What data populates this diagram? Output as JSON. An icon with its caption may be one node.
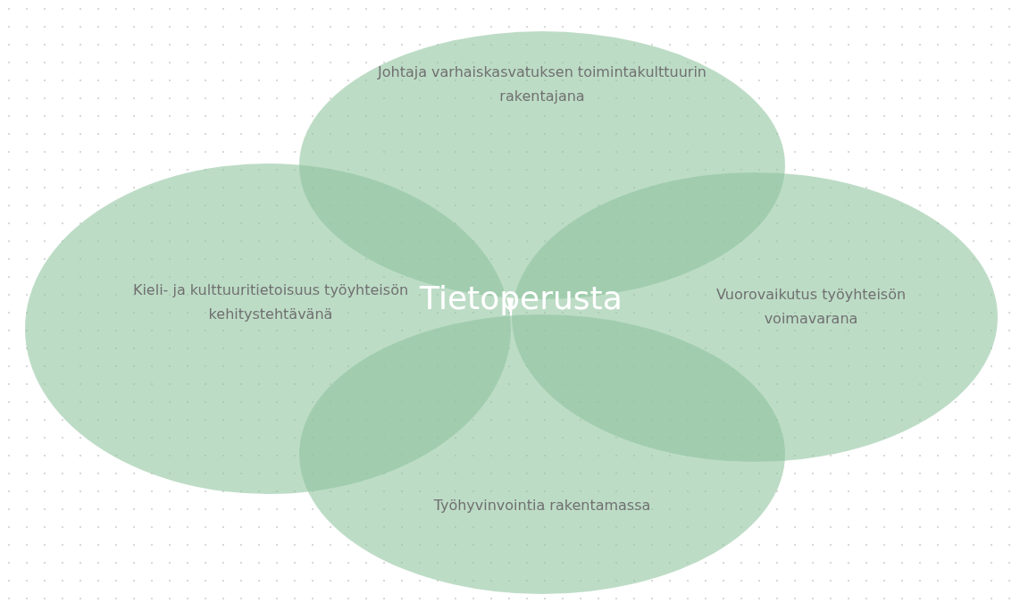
{
  "diagram": {
    "nodes": [
      {
        "text": [
          "Johtaja varhaiskasvatuksen toimintakulttuurin rakentajana"
        ]
      },
      {
        "text": [
          "Kieli- ja kulttuuritietoisuus työyhteisön kehitystehtävänä"
        ]
      },
      {
        "text": [
          "Vuorovaikutus työyhteisön voimavarana"
        ]
      },
      {
        "text": [
          "Työhyvinvointia rakentamassa"
        ]
      }
    ],
    "edges": [],
    "labels": [
      "Tietoperusta"
    ]
  }
}
